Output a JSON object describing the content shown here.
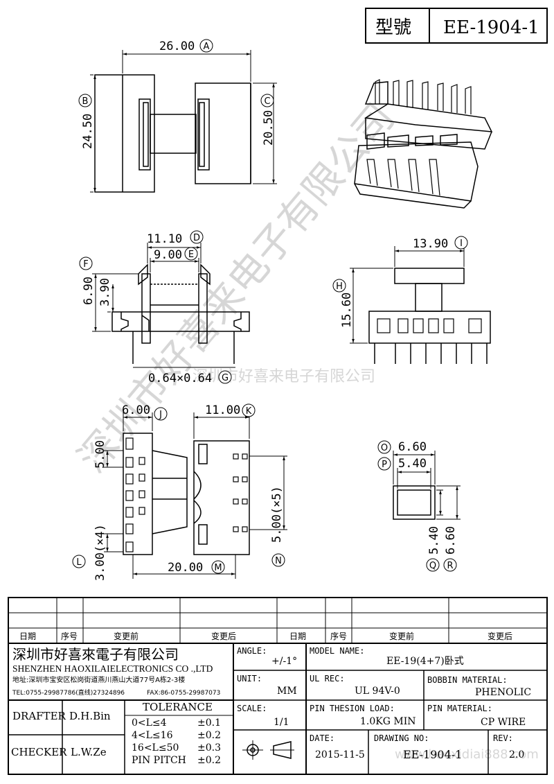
{
  "title_block": {
    "model_label": "型號",
    "model_value": "EE-1904-1"
  },
  "dimensions": {
    "a": "26.00",
    "b": "24.50",
    "c": "20.50",
    "d": "11.10",
    "e": "9.00",
    "f": "6.90",
    "g_dim": "3.90",
    "g": "0.64×0.64",
    "h": "15.60",
    "i": "13.90",
    "j": "6.00",
    "k": "11.00",
    "pitch5": "5.00",
    "l": "3.00(×4)",
    "m": "20.00",
    "n": "5.00(×5)",
    "o": "6.60",
    "p": "5.40",
    "q": "5.40",
    "r": "6.60"
  },
  "markers": [
    "A",
    "B",
    "C",
    "D",
    "E",
    "F",
    "G",
    "H",
    "I",
    "J",
    "K",
    "L",
    "M",
    "N",
    "O",
    "P",
    "Q",
    "R"
  ],
  "watermark": {
    "line1": "深圳市好喜来电子有限公司",
    "line2": "深圳市好喜来电子有限公司",
    "url": "www.haoxidiai888.com"
  },
  "revision_header": {
    "date": "日期",
    "no": "序号",
    "before": "变更前",
    "after": "变更后"
  },
  "company": {
    "name_cn": "深圳市好喜來電子有限公司",
    "name_en": "SHENZHEN HAOXILAIELECTRONICS CO .,LTD",
    "address": "地址:深圳市宝安区松岗街道燕川燕山大道77号A栋2-3楼",
    "tel": "TEL:0755-29987786(直线)27324896",
    "fax": "FAX:86-0755-29987073"
  },
  "fields": {
    "angle_label": "ANGLE:",
    "angle_value": "+/-1°",
    "model_name_label": "MODEL NAME:",
    "model_name_value": "EE-19(4+7)卧式",
    "unit_label": "UNIT:",
    "unit_value": "MM",
    "ul_label": "UL REC:",
    "ul_value": "UL 94V-0",
    "bobbin_label": "BOBBIN MATERIAL:",
    "bobbin_value": "PHENOLIC",
    "scale_label": "SCALE:",
    "scale_value": "1/1",
    "pin_load_label": "PIN THESION LOAD:",
    "pin_load_value": "1.0KG MIN",
    "pin_material_label": "PIN MATERIAL:",
    "pin_material_value": "CP  WIRE",
    "date_label": "DATE:",
    "date_value": "2015-11-5",
    "drawing_no_label": "DRAWING NO:",
    "drawing_no_value": "EE-1904-1",
    "rev_label": "REV:",
    "rev_value": "2.0"
  },
  "people": {
    "drafter_label": "DRAFTER",
    "drafter_value": "D.H.Bin",
    "checker_label": "CHECKER",
    "checker_value": "L.W.Ze"
  },
  "tolerance": {
    "title": "TOLERANCE",
    "rows": [
      {
        "range": "0<L≤4",
        "tol": "±0.1"
      },
      {
        "range": "4<L≤16",
        "tol": "±0.2"
      },
      {
        "range": "16<L≤50",
        "tol": "±0.3"
      },
      {
        "range": "PIN PITCH",
        "tol": "±0.2"
      }
    ]
  }
}
